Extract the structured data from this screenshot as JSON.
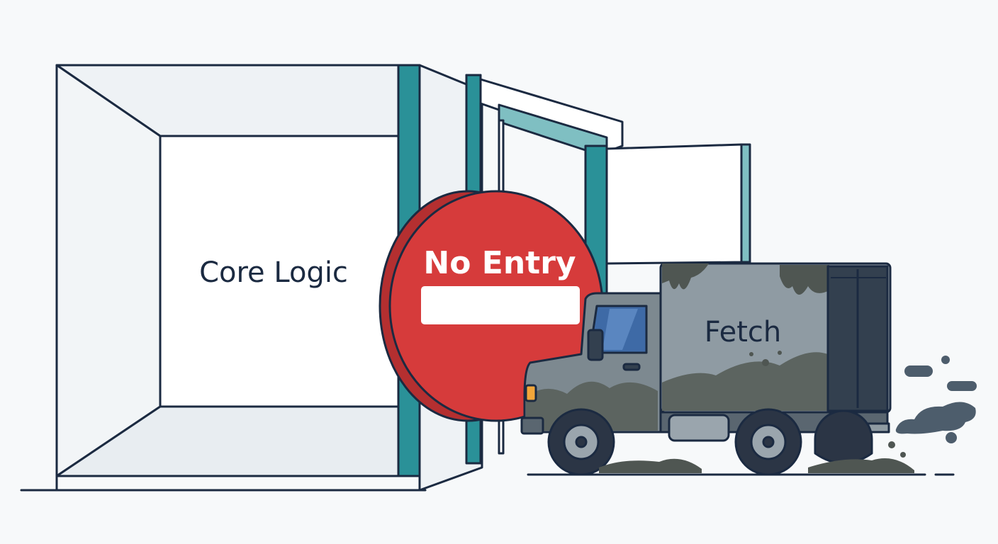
{
  "scene": {
    "building_label": "Core Logic",
    "sign_label": "No Entry",
    "truck_label": "Fetch"
  },
  "colors": {
    "background": "#f7f9fa",
    "outline": "#1b2a41",
    "wall_light": "#eef2f5",
    "wall_mid": "#e3e9ee",
    "teal": "#2a9198",
    "teal_light": "#7fbfc2",
    "sign_red": "#d63b3b",
    "sign_red_dark": "#b42f30",
    "truck_body": "#8f9ba3",
    "truck_cab": "#7d8990",
    "mud": "#4f5652",
    "window_blue": "#3e6aa6",
    "headlight": "#f2a63a",
    "tail_light": "#d8332e",
    "exhaust": "#4d5d6c"
  }
}
